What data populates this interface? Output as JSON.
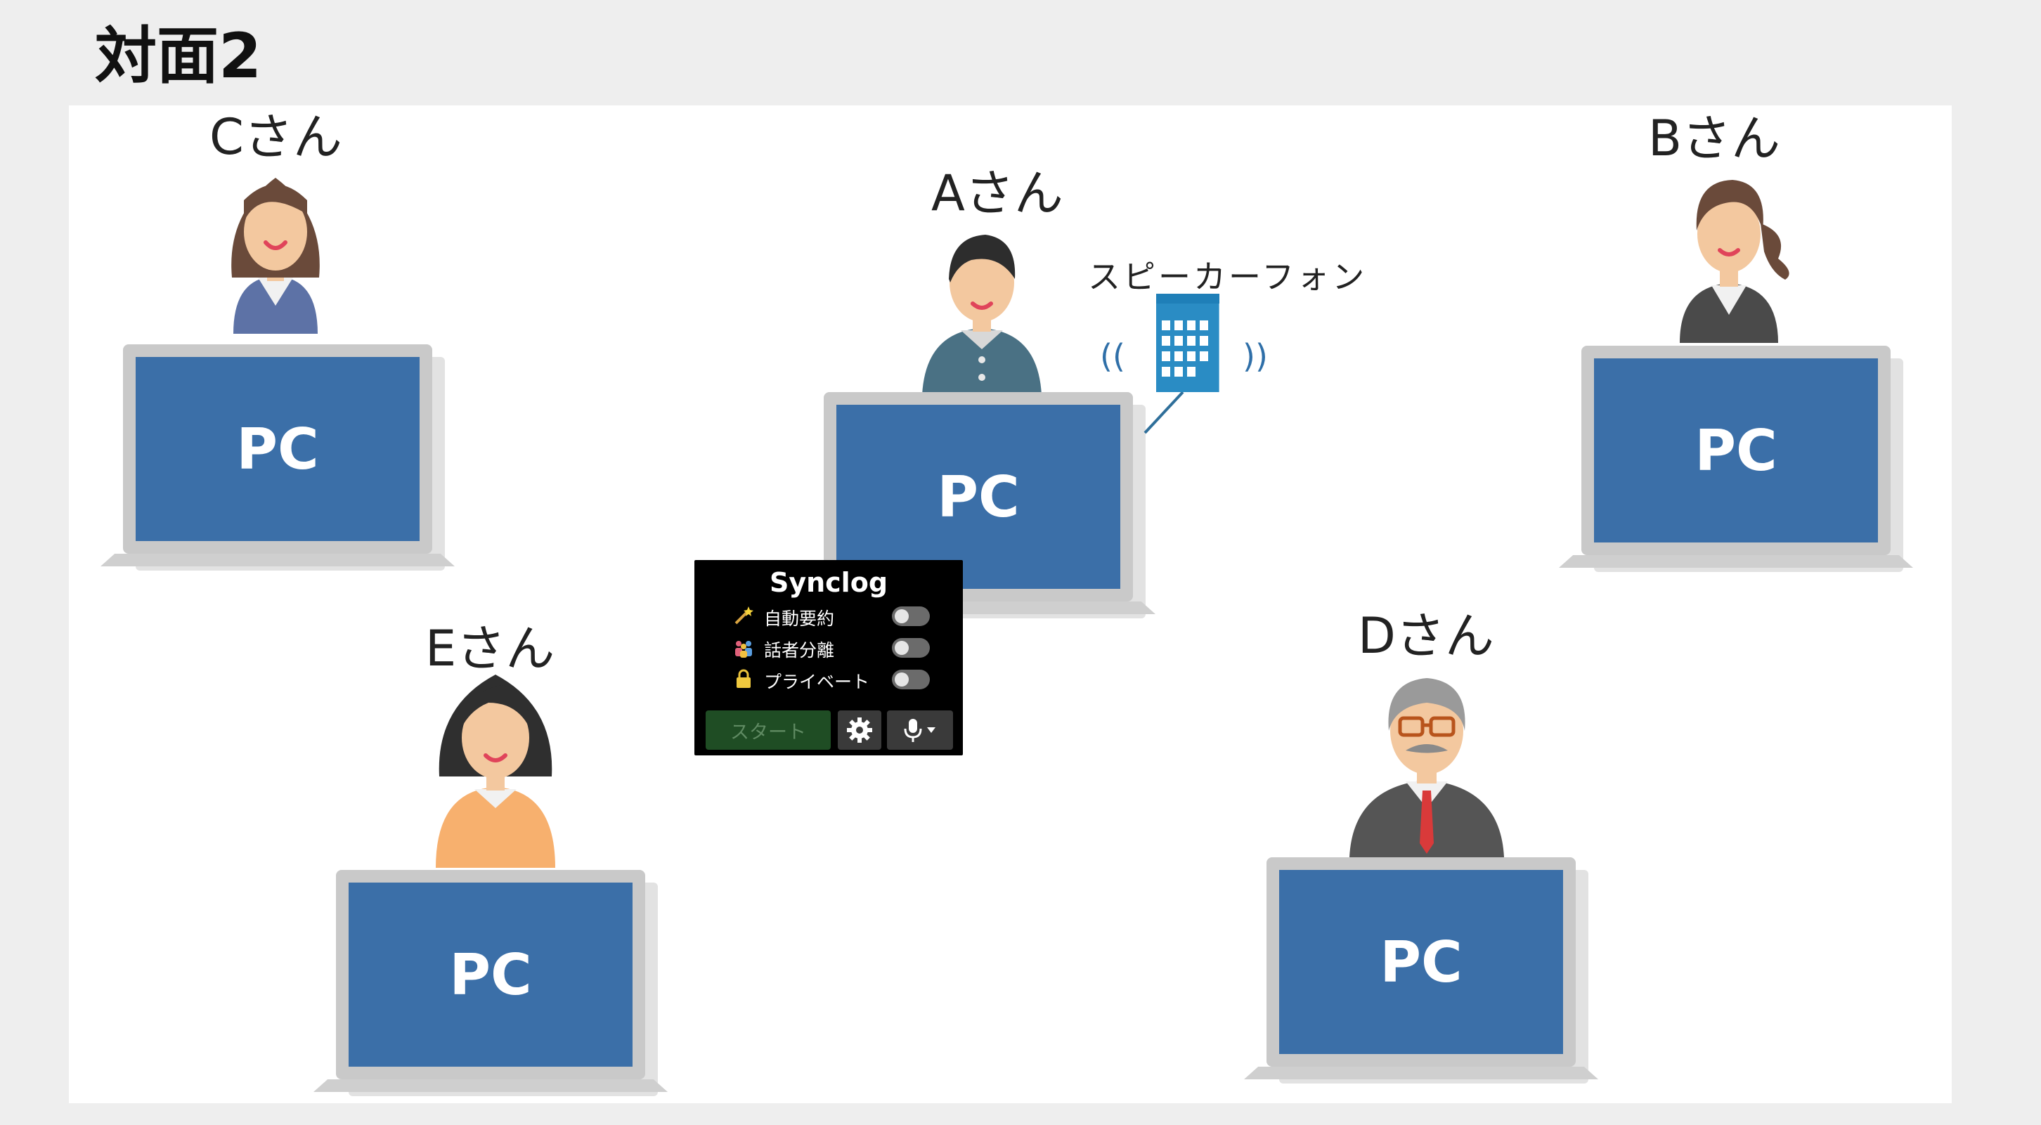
{
  "title": "対面2",
  "people": [
    {
      "id": "a",
      "name": "Aさん"
    },
    {
      "id": "b",
      "name": "Bさん"
    },
    {
      "id": "c",
      "name": "Cさん"
    },
    {
      "id": "d",
      "name": "Dさん"
    },
    {
      "id": "e",
      "name": "Eさん"
    }
  ],
  "laptop_label": "PC",
  "speakerphone": {
    "label": "スピーカーフォン",
    "icon": "speakerphone-icon"
  },
  "synclog": {
    "title": "Synclog",
    "options": [
      {
        "icon": "magic-wand-icon",
        "label": "自動要約",
        "enabled": false
      },
      {
        "icon": "people-icon",
        "label": "話者分離",
        "enabled": false
      },
      {
        "icon": "lock-icon",
        "label": "プライベート",
        "enabled": false
      }
    ],
    "start_label": "スタート",
    "settings_icon": "gear-icon",
    "mic_icon": "microphone-icon"
  },
  "colors": {
    "screen": "#3b6fa8",
    "laptop_frame": "#c9c9c9",
    "speakerphone": "#2a8cc4",
    "start_button": "#1f4d24"
  }
}
